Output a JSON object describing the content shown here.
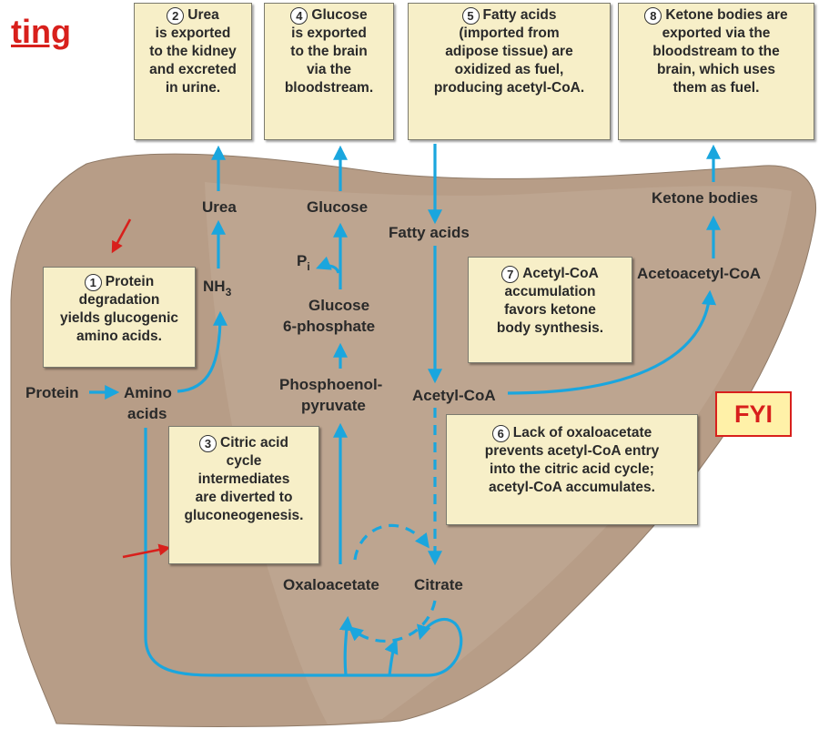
{
  "heading": "ting",
  "fyi": "FYI",
  "colors": {
    "arrow": "#1aa6de",
    "box_fill": "#f7efc8",
    "liver": "#b79d87",
    "accent": "#d8201c"
  },
  "boxes": {
    "b1": {
      "num": "1",
      "lines": [
        "Protein",
        "degradation",
        "yields glucogenic",
        "amino acids."
      ]
    },
    "b2": {
      "num": "2",
      "lines": [
        "Urea",
        "is exported",
        "to the kidney",
        "and excreted",
        "in urine."
      ]
    },
    "b3": {
      "num": "3",
      "lines": [
        "Citric acid",
        "cycle",
        "intermediates",
        "are diverted to",
        "gluconeogenesis."
      ]
    },
    "b4": {
      "num": "4",
      "lines": [
        "Glucose",
        "is exported",
        "to the brain",
        "via the",
        "bloodstream."
      ]
    },
    "b5": {
      "num": "5",
      "lines": [
        "Fatty acids",
        "(imported from",
        "adipose tissue) are",
        "oxidized as fuel,",
        "producing acetyl-CoA."
      ]
    },
    "b6": {
      "num": "6",
      "lines": [
        "Lack of oxaloacetate",
        "prevents acetyl-CoA entry",
        "into the citric acid cycle;",
        "acetyl-CoA accumulates."
      ]
    },
    "b7": {
      "num": "7",
      "lines": [
        "Acetyl-CoA",
        "accumulation",
        "favors ketone",
        "body synthesis."
      ]
    },
    "b8": {
      "num": "8",
      "lines": [
        "Ketone bodies are",
        "exported via the",
        "bloodstream to the",
        "brain, which uses",
        "them as fuel."
      ]
    }
  },
  "labels": {
    "urea": "Urea",
    "nh3": "NH",
    "nh3_sub": "3",
    "glucose": "Glucose",
    "pi": "P",
    "pi_sub": "i",
    "glucose6p_1": "Glucose",
    "glucose6p_2": "6-phosphate",
    "pep_1": "Phosphoenol-",
    "pep_2": "pyruvate",
    "fatty_acids": "Fatty acids",
    "acetyl_coa": "Acetyl-CoA",
    "acetoacetyl_coa": "Acetoacetyl-CoA",
    "ketone_bodies": "Ketone bodies",
    "protein": "Protein",
    "amino_1": "Amino",
    "amino_2": "acids",
    "oxaloacetate": "Oxaloacetate",
    "citrate": "Citrate"
  }
}
